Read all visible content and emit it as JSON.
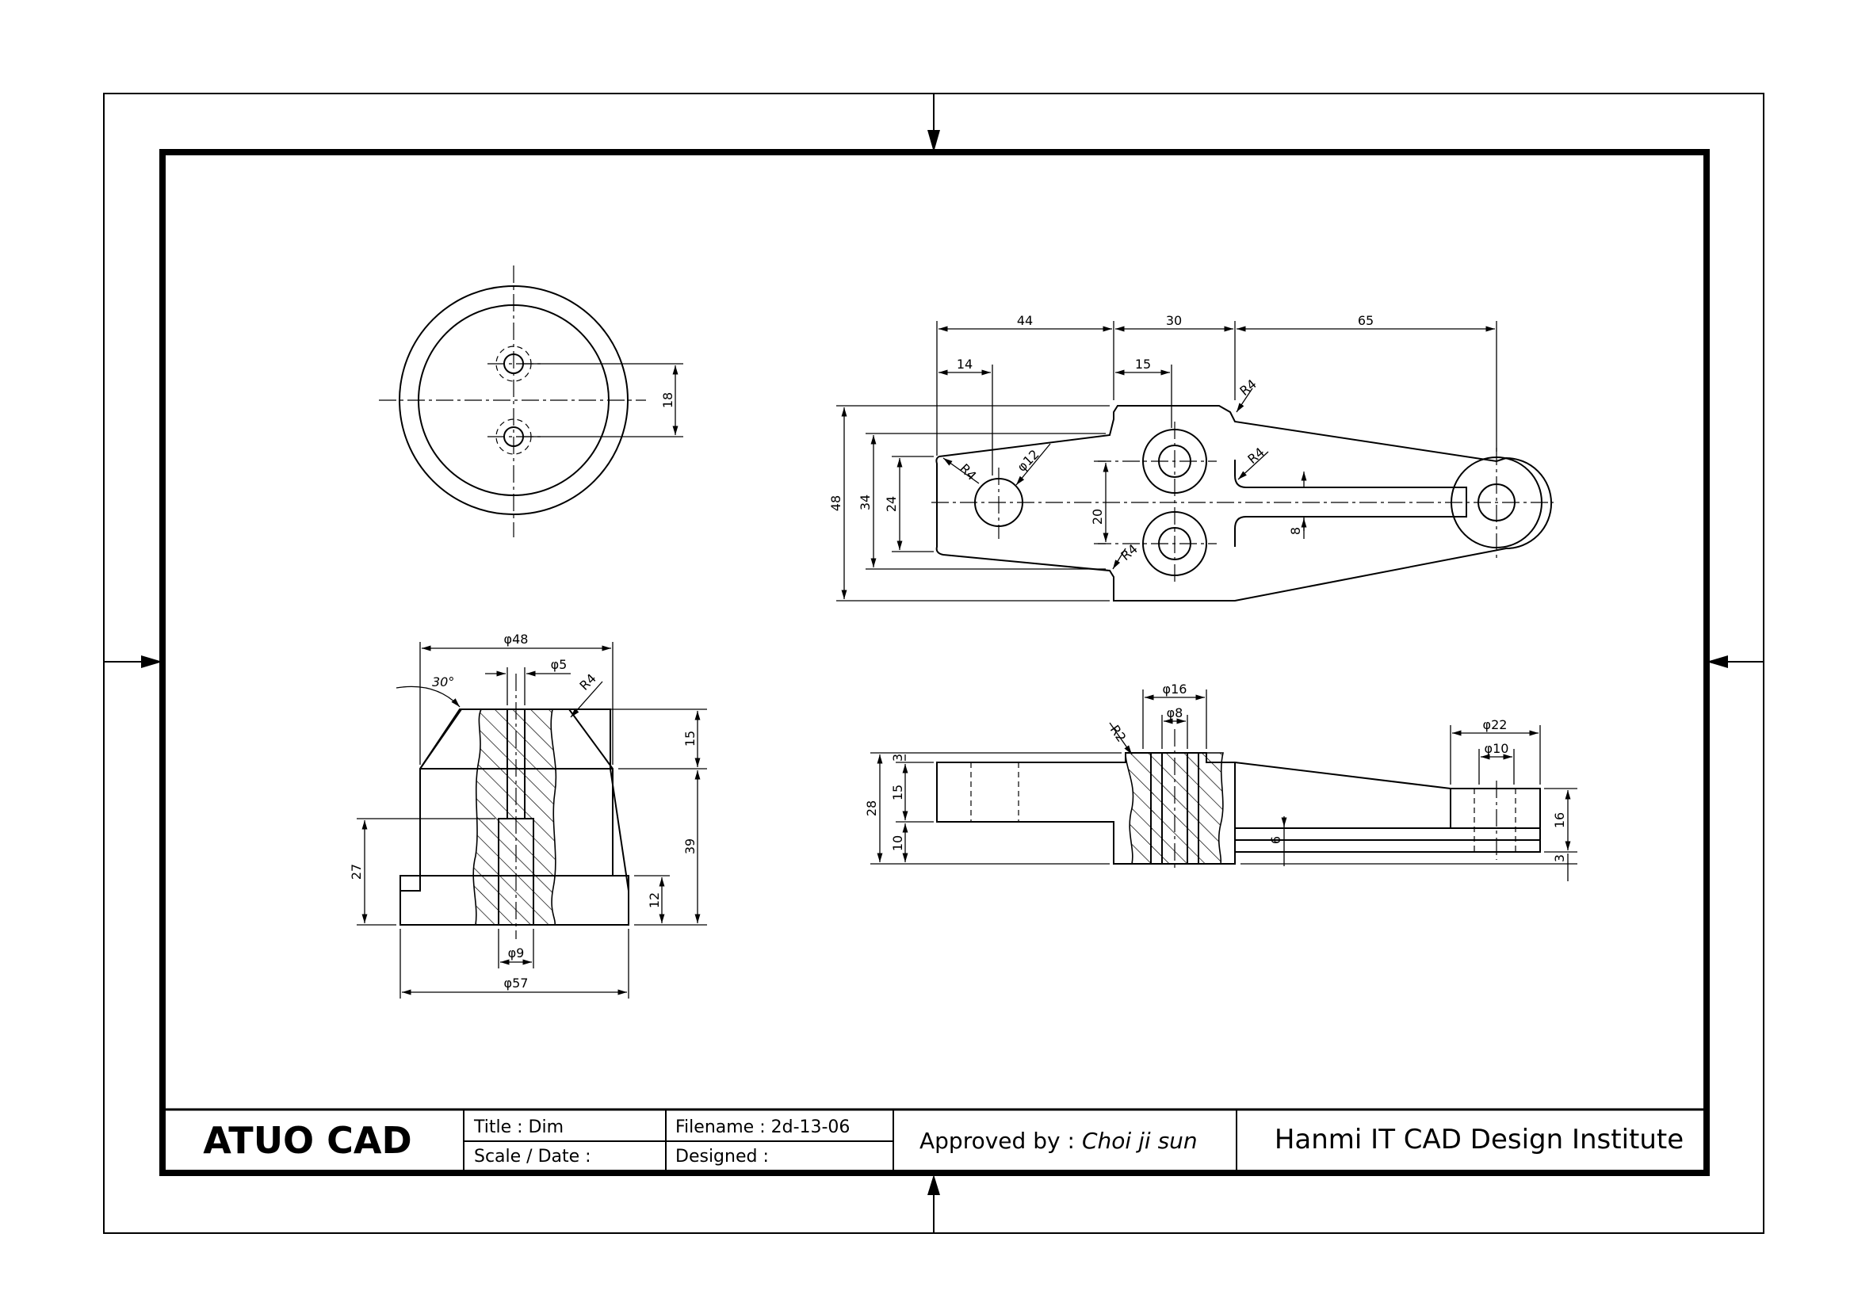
{
  "title_block": {
    "logo": "ATUO CAD",
    "title": "Title : Dim",
    "scale_date": "Scale / Date :",
    "filename": "Filename : 2d-13-06",
    "designed": "Designed :",
    "approved_label": "Approved by :",
    "approved_name": "Choi ji sun",
    "institute": "Hanmi IT CAD Design Institute"
  },
  "dimensions": {
    "top_view": {
      "hole_spacing": "18"
    },
    "section_view": {
      "top_dia": "φ48",
      "hole_dia": "φ5",
      "angle": "30°",
      "radius": "R4",
      "chamfer_h": "15",
      "body_h": "39",
      "bore_depth": "27",
      "base_h": "12",
      "bore_dia": "φ9",
      "base_dia": "φ57"
    },
    "plan_view": {
      "d44": "44",
      "d30": "30",
      "d65": "65",
      "d14": "14",
      "d15": "15",
      "r_top": "R4",
      "r_slot": "R4",
      "r_left": "R4",
      "r_bottom": "R4",
      "hole": "φ12",
      "h48": "48",
      "h34": "34",
      "h24": "24",
      "h20": "20",
      "h8": "8"
    },
    "front_view": {
      "dia16": "φ16",
      "dia8": "φ8",
      "r2": "R2",
      "dia22": "φ22",
      "dia10": "φ10",
      "h3a": "3",
      "h15": "15",
      "h28": "28",
      "h10": "10",
      "h6": "6",
      "h16": "16",
      "h3b": "3"
    }
  },
  "colors": {
    "ink": "#000000",
    "paper": "#ffffff"
  }
}
